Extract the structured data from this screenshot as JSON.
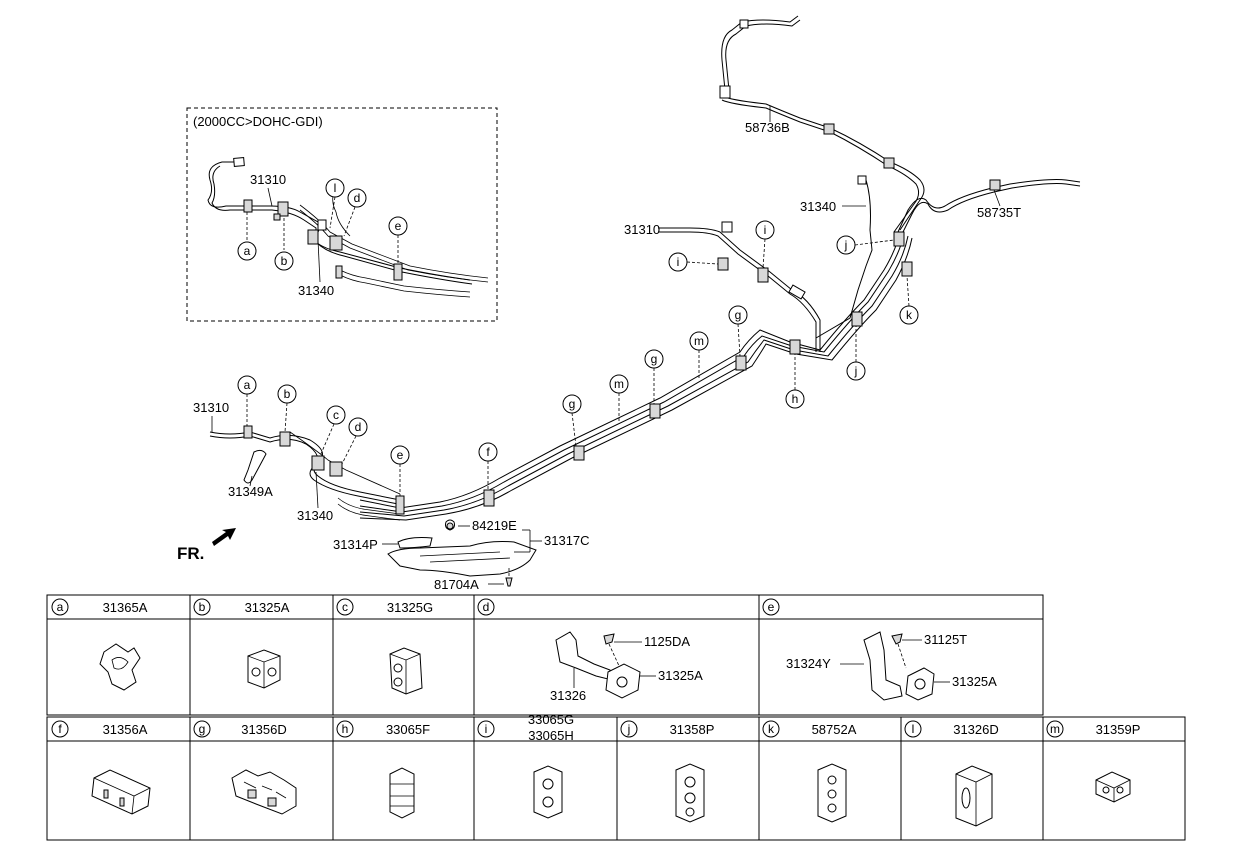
{
  "inset": {
    "variant_label": "(2000CC>DOHC-GDI)"
  },
  "main_labels": {
    "p58736B": "58736B",
    "p31340_top": "31340",
    "p58735T": "58735T",
    "p31310_right": "31310",
    "p31310_inset": "31310",
    "p31340_inset": "31340",
    "p31310_main": "31310",
    "p31349A": "31349A",
    "p31340_main": "31340",
    "p84219E": "84219E",
    "p31317C": "31317C",
    "p31314P": "31314P",
    "p81704A": "81704A"
  },
  "front_marker": {
    "label": "FR."
  },
  "table": {
    "row1": [
      {
        "letter": "a",
        "part": "31365A"
      },
      {
        "letter": "b",
        "part": "31325A"
      },
      {
        "letter": "c",
        "part": "31325G"
      },
      {
        "letter": "d",
        "part": ""
      },
      {
        "letter": "e",
        "part": ""
      }
    ],
    "row2": [
      {
        "letter": "f",
        "part": "31356A"
      },
      {
        "letter": "g",
        "part": "31356D"
      },
      {
        "letter": "h",
        "part": "33065F"
      },
      {
        "letter": "i",
        "part": "33065G",
        "part2": "33065H"
      },
      {
        "letter": "j",
        "part": "31358P"
      },
      {
        "letter": "k",
        "part": "58752A"
      },
      {
        "letter": "l",
        "part": "31326D"
      },
      {
        "letter": "m",
        "part": "31359P"
      }
    ],
    "d_callouts": {
      "bolt": "1125DA",
      "clip": "31325A",
      "bracket": "31326"
    },
    "e_callouts": {
      "bolt": "31125T",
      "bracket": "31324Y",
      "clip": "31325A"
    }
  }
}
